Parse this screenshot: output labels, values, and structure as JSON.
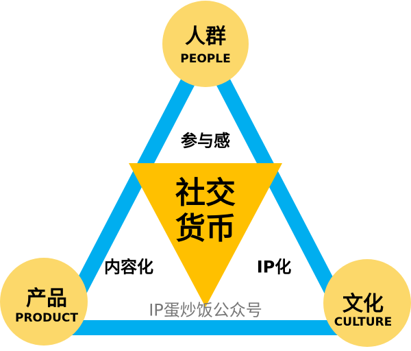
{
  "colors": {
    "triangle": "#00AEEF",
    "circle": "#FCD86A",
    "core": "#FFC000"
  },
  "nodes": {
    "people": {
      "cn": "人群",
      "en": "PEOPLE"
    },
    "product": {
      "cn": "产品",
      "en": "PRODUCT"
    },
    "culture": {
      "cn": "文化",
      "en": "CULTURE"
    }
  },
  "edges": {
    "top": "参与感",
    "left": "内容化",
    "right": "IP化"
  },
  "core": {
    "line1": "社交",
    "line2": "货币"
  },
  "watermark": "IP蛋炒饭公众号"
}
